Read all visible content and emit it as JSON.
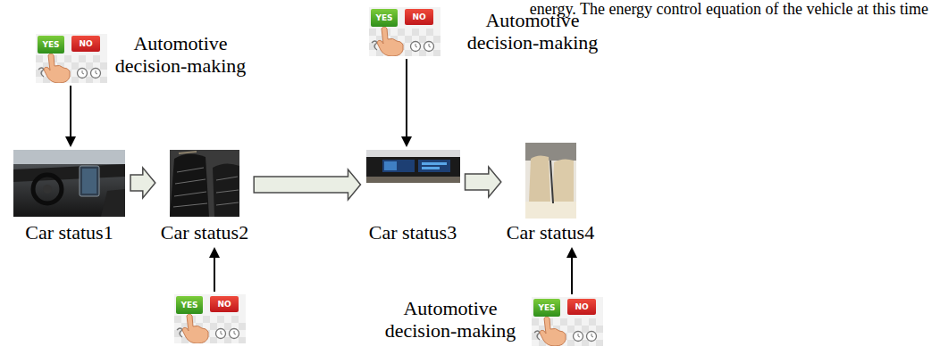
{
  "diagram": {
    "nodes": [
      {
        "text": [
          "YES",
          "NO",
          "Automotive decision-making"
        ]
      },
      {
        "text": [
          "Car status1"
        ]
      },
      {
        "text": [
          "Car status2"
        ]
      },
      {
        "text": [
          "YES",
          "NO"
        ]
      },
      {
        "text": [
          "YES",
          "NO",
          "Automotive decision-making"
        ]
      },
      {
        "text": [
          "Car status3"
        ]
      },
      {
        "text": [
          "Car status4"
        ]
      },
      {
        "text": [
          "YES",
          "NO",
          "Automotive decision-making"
        ]
      }
    ],
    "edges": [
      {
        "from": 0,
        "to": 1,
        "arrow": "to"
      },
      {
        "from": 1,
        "to": 2,
        "arrow": "to"
      },
      {
        "from": 2,
        "to": 5,
        "arrow": "to"
      },
      {
        "from": 3,
        "to": 2,
        "arrow": "to"
      },
      {
        "from": 4,
        "to": 5,
        "arrow": "to"
      },
      {
        "from": 5,
        "to": 6,
        "arrow": "to"
      },
      {
        "from": 7,
        "to": 6,
        "arrow": "to"
      }
    ],
    "labels": [
      "energy. The energy control equation of the vehicle at this time"
    ]
  }
}
